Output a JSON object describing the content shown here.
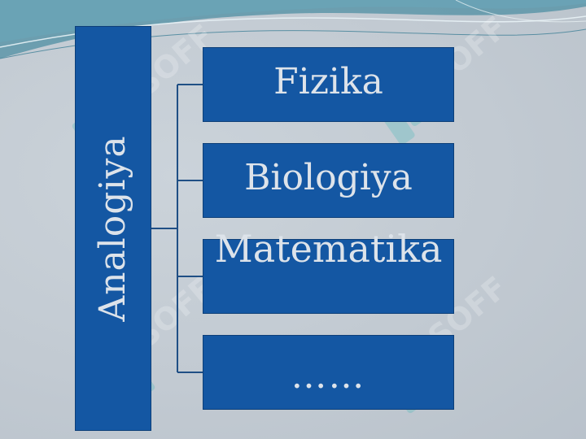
{
  "diagram": {
    "root": {
      "label": "Analogiya"
    },
    "children": [
      {
        "label": "Fizika"
      },
      {
        "label": "Biologiya"
      },
      {
        "label": "Matematika"
      },
      {
        "label": "……"
      }
    ]
  },
  "watermark": {
    "text": "SOFF"
  },
  "colors": {
    "box_fill": "#1457a3",
    "box_text": "#dde3ea",
    "connector": "#1f4f85",
    "background": "#c3ccd4",
    "watermark": "#1fb0b0"
  }
}
